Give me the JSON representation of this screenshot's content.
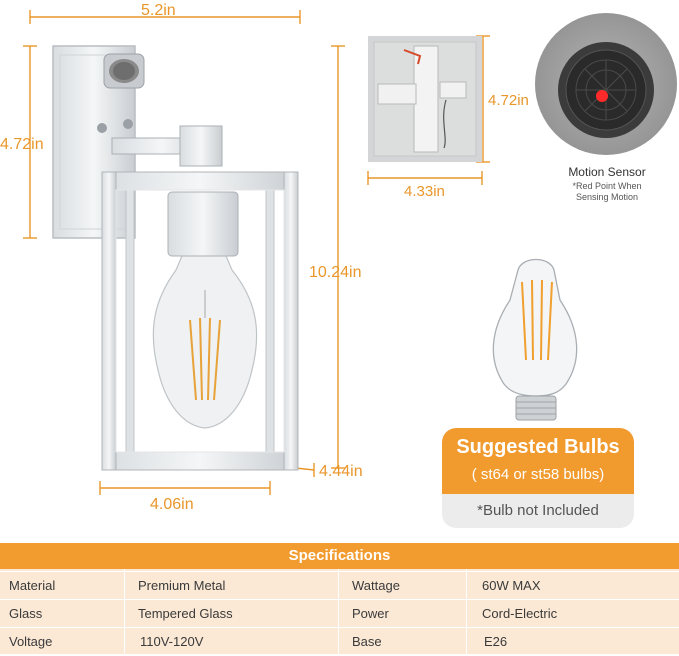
{
  "dimensions": {
    "width_top": "5.2in",
    "height_back": "4.72in",
    "height_total": "10.24in",
    "depth": "4.44in",
    "width_bottom": "4.06in",
    "plate_height": "4.72in",
    "plate_width": "4.33in"
  },
  "sensor": {
    "title": "Motion Sensor",
    "note_line1": "*Red Point When",
    "note_line2": "Sensing Motion"
  },
  "bulb": {
    "title": "Suggested Bulbs",
    "subtitle": "( st64 or st58 bulbs)",
    "note": "*Bulb not Included"
  },
  "specs": {
    "header": "Specifications",
    "rows": [
      {
        "k1": "Material",
        "v1": "Premium Metal",
        "k2": "Wattage",
        "v2": "60W MAX"
      },
      {
        "k1": "Glass",
        "v1": "Tempered Glass",
        "k2": "Power",
        "v2": "Cord-Electric"
      },
      {
        "k1": "Voltage",
        "v1": "110V-120V",
        "k2": "Base",
        "v2": "E26"
      }
    ]
  },
  "colors": {
    "accent": "#f29b2f",
    "dimension": "#e9962a",
    "table_bg": "#fbe9d6",
    "sensor_red": "#ff2a2a"
  }
}
